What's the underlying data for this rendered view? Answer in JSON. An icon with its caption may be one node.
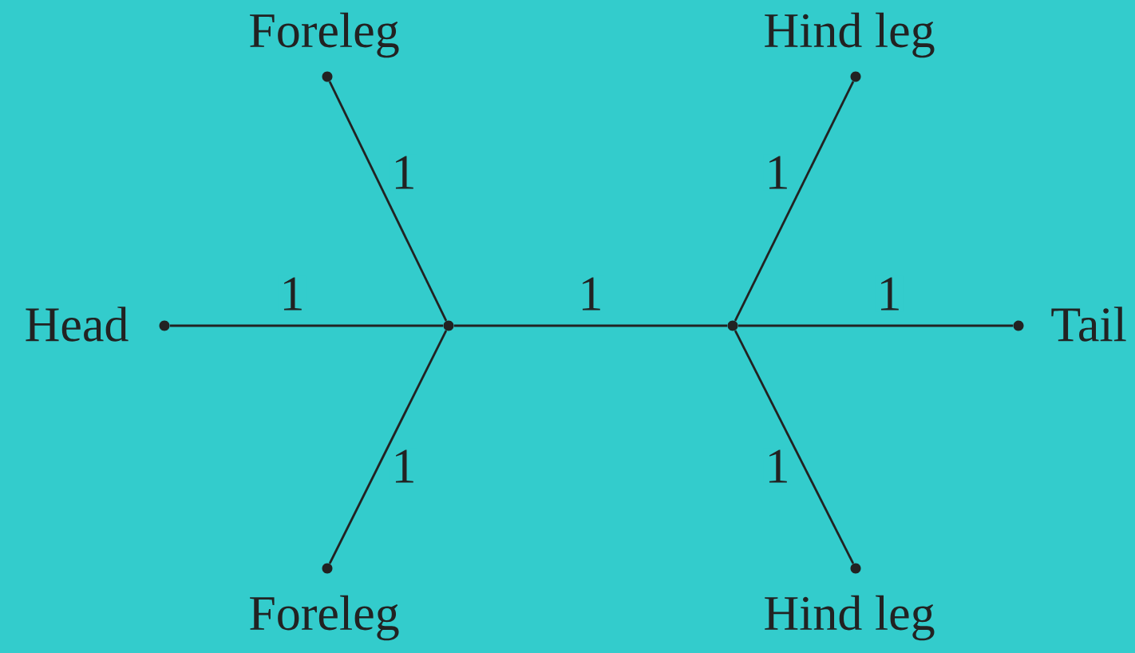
{
  "diagram": {
    "nodes": [
      {
        "text": [
          "Foreleg"
        ]
      },
      {
        "text": [
          "Hind leg"
        ]
      },
      {
        "text": [
          "Head"
        ]
      },
      {
        "text": [],
        "shape": "circle"
      },
      {
        "text": [],
        "shape": "circle"
      },
      {
        "text": [
          "Tail"
        ]
      },
      {
        "text": [
          "Foreleg"
        ]
      },
      {
        "text": [
          "Hind leg"
        ]
      }
    ],
    "edges": [
      {
        "from": 2,
        "to": 3,
        "arrow": "none",
        "label": "1"
      },
      {
        "from": 0,
        "to": 3,
        "arrow": "none",
        "label": "1"
      },
      {
        "from": 6,
        "to": 3,
        "arrow": "none",
        "label": "1"
      },
      {
        "from": 3,
        "to": 4,
        "arrow": "none",
        "label": "1"
      },
      {
        "from": 4,
        "to": 1,
        "arrow": "none",
        "label": "1"
      },
      {
        "from": 4,
        "to": 5,
        "arrow": "none",
        "label": "1"
      },
      {
        "from": 4,
        "to": 7,
        "arrow": "none",
        "label": "1"
      }
    ]
  }
}
